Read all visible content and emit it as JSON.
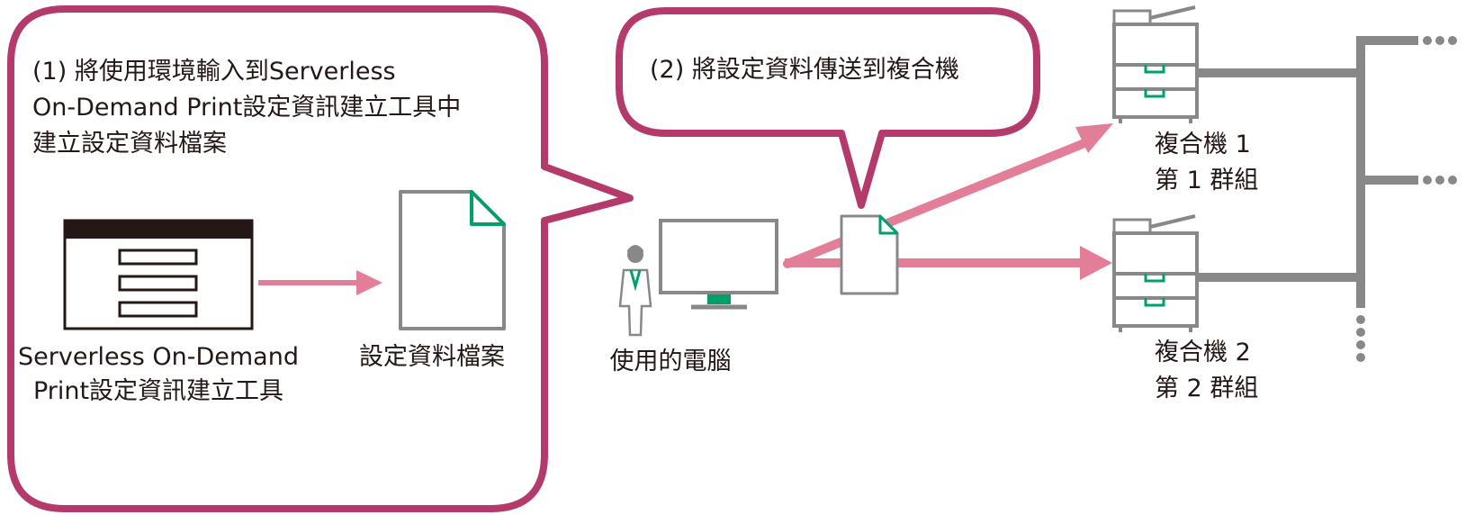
{
  "step1": {
    "line1": "(1) 將使用環境輸入到Serverless",
    "line2": "On-Demand Print設定資訊建立工具中",
    "line3": "建立設定資料檔案"
  },
  "step2": {
    "label": "(2) 將設定資料傳送到複合機"
  },
  "tool": {
    "line1": "Serverless On-Demand",
    "line2": "Print設定資訊建立工具"
  },
  "settings_file": {
    "label": "設定資料檔案"
  },
  "computer": {
    "label": "使用的電腦"
  },
  "mfp1": {
    "name": "複合機 1",
    "group": "第 1 群組"
  },
  "mfp2": {
    "name": "複合機 2",
    "group": "第 2 群組"
  },
  "colors": {
    "callout_border": "#B43A6B",
    "arrow": "#E37E99",
    "device_gray": "#888888",
    "accent_green": "#00A06B",
    "text": "#231815"
  }
}
